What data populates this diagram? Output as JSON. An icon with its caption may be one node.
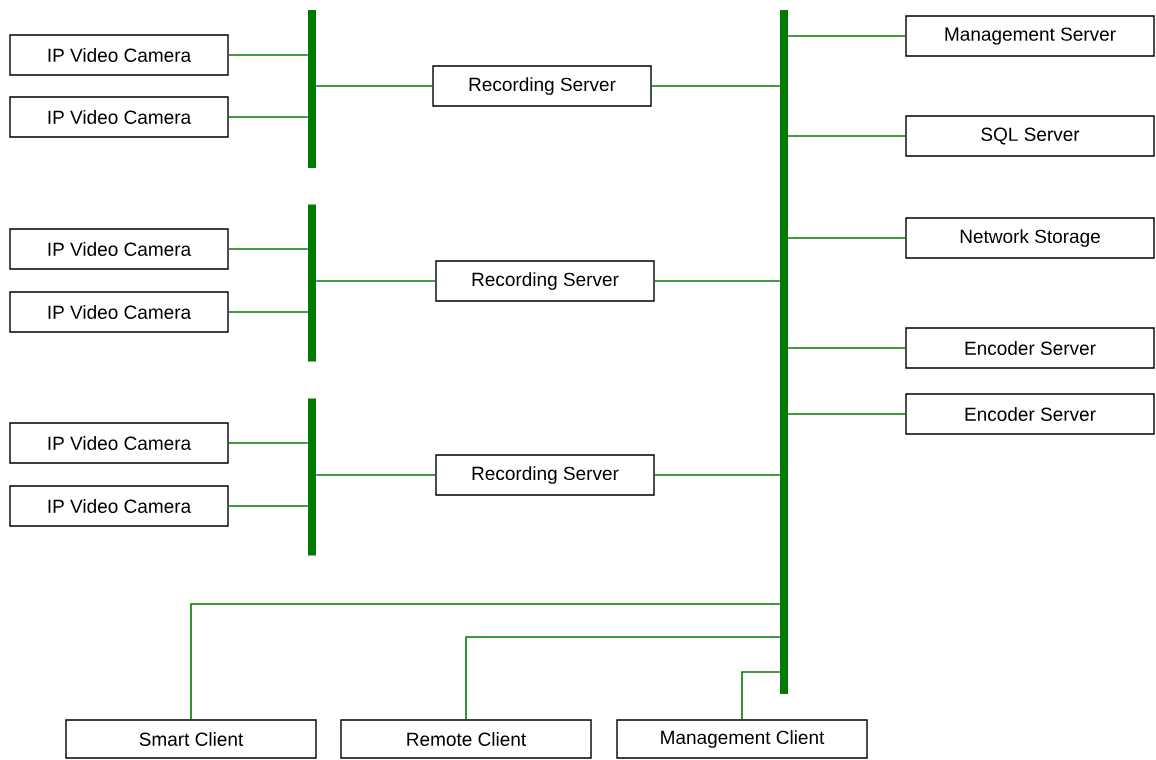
{
  "diagram": {
    "nodes": [
      {
        "text": [
          "IP Video Camera"
        ]
      },
      {
        "text": [
          "IP Video Camera"
        ]
      },
      {
        "text": [
          "IP Video Camera"
        ]
      },
      {
        "text": [
          "IP Video Camera"
        ]
      },
      {
        "text": [
          "IP Video Camera"
        ]
      },
      {
        "text": [
          "IP Video Camera"
        ]
      },
      {
        "text": [],
        "shape": "bar"
      },
      {
        "text": [],
        "shape": "bar"
      },
      {
        "text": [],
        "shape": "bar"
      },
      {
        "text": [
          "Recording Server"
        ]
      },
      {
        "text": [
          "Recording Server"
        ]
      },
      {
        "text": [
          "Recording Server"
        ]
      },
      {
        "text": [],
        "shape": "bar"
      },
      {
        "text": [
          "Management Server"
        ]
      },
      {
        "text": [
          "SQL Server"
        ]
      },
      {
        "text": [
          "Network Storage"
        ]
      },
      {
        "text": [
          "Encoder Server"
        ]
      },
      {
        "text": [
          "Encoder Server"
        ]
      },
      {
        "text": [
          "Smart Client"
        ]
      },
      {
        "text": [
          "Remote Client"
        ]
      },
      {
        "text": [
          "Management Client"
        ]
      }
    ],
    "edges": [
      {
        "from": 0,
        "to": 6,
        "arrow": "none"
      },
      {
        "from": 1,
        "to": 6,
        "arrow": "none"
      },
      {
        "from": 2,
        "to": 7,
        "arrow": "none"
      },
      {
        "from": 3,
        "to": 7,
        "arrow": "none"
      },
      {
        "from": 4,
        "to": 8,
        "arrow": "none"
      },
      {
        "from": 5,
        "to": 8,
        "arrow": "none"
      },
      {
        "from": 6,
        "to": 9,
        "arrow": "none"
      },
      {
        "from": 7,
        "to": 10,
        "arrow": "none"
      },
      {
        "from": 8,
        "to": 11,
        "arrow": "none"
      },
      {
        "from": 9,
        "to": 12,
        "arrow": "none"
      },
      {
        "from": 10,
        "to": 12,
        "arrow": "none"
      },
      {
        "from": 11,
        "to": 12,
        "arrow": "none"
      },
      {
        "from": 12,
        "to": 13,
        "arrow": "none"
      },
      {
        "from": 12,
        "to": 14,
        "arrow": "none"
      },
      {
        "from": 12,
        "to": 15,
        "arrow": "none"
      },
      {
        "from": 12,
        "to": 16,
        "arrow": "none"
      },
      {
        "from": 12,
        "to": 17,
        "arrow": "none"
      },
      {
        "from": 12,
        "to": 18,
        "arrow": "none"
      },
      {
        "from": 12,
        "to": 19,
        "arrow": "none"
      },
      {
        "from": 12,
        "to": 20,
        "arrow": "none"
      }
    ]
  }
}
